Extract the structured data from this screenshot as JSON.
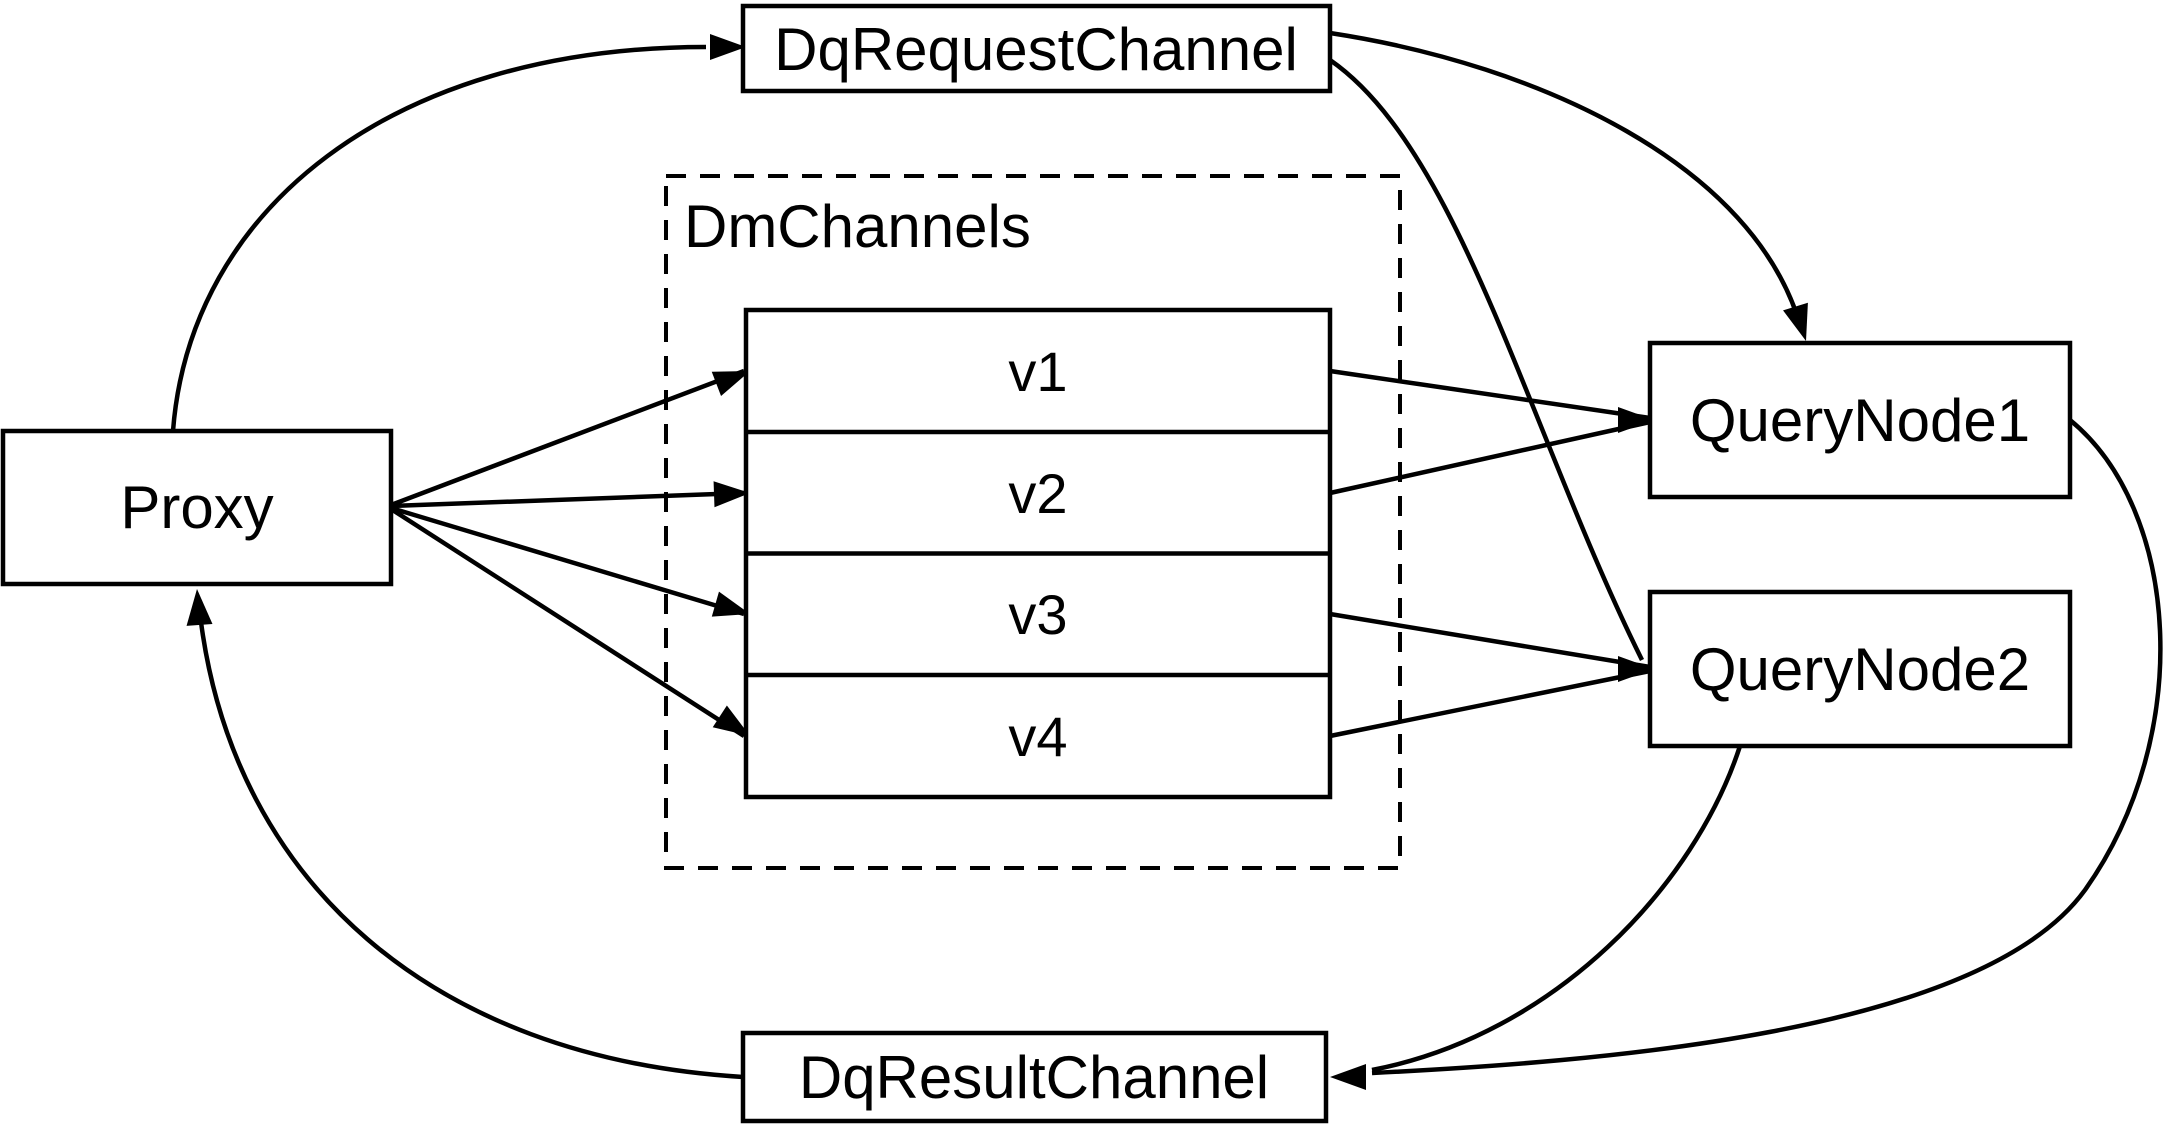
{
  "diagram": {
    "nodes": {
      "proxy": {
        "label": "Proxy"
      },
      "dq_request_channel": {
        "label": "DqRequestChannel"
      },
      "dm_channels_group": {
        "label": "DmChannels"
      },
      "channels": [
        {
          "label": "v1"
        },
        {
          "label": "v2"
        },
        {
          "label": "v3"
        },
        {
          "label": "v4"
        }
      ],
      "query_node_1": {
        "label": "QueryNode1"
      },
      "query_node_2": {
        "label": "QueryNode2"
      },
      "dq_result_channel": {
        "label": "DqResultChannel"
      }
    },
    "edges": [
      {
        "from": "Proxy",
        "to": "DqRequestChannel"
      },
      {
        "from": "Proxy",
        "to": "v1"
      },
      {
        "from": "Proxy",
        "to": "v2"
      },
      {
        "from": "Proxy",
        "to": "v3"
      },
      {
        "from": "Proxy",
        "to": "v4"
      },
      {
        "from": "DqRequestChannel",
        "to": "QueryNode1"
      },
      {
        "from": "DqRequestChannel",
        "to": "QueryNode2"
      },
      {
        "from": "v1",
        "to": "QueryNode1"
      },
      {
        "from": "v2",
        "to": "QueryNode1"
      },
      {
        "from": "v3",
        "to": "QueryNode2"
      },
      {
        "from": "v4",
        "to": "QueryNode2"
      },
      {
        "from": "QueryNode1",
        "to": "DqResultChannel"
      },
      {
        "from": "QueryNode2",
        "to": "DqResultChannel"
      },
      {
        "from": "DqResultChannel",
        "to": "Proxy"
      }
    ],
    "colors": {
      "stroke": "#000000",
      "node_fill": "#ffffff",
      "background": "#ffffff"
    }
  }
}
